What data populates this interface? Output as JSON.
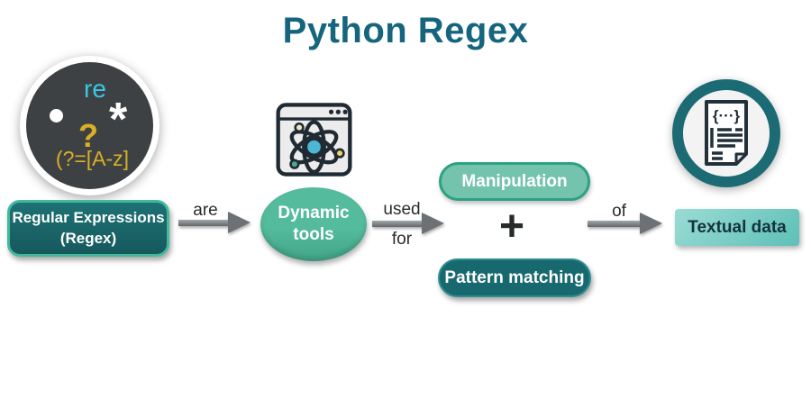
{
  "title": "Python Regex",
  "badge": {
    "re": "re",
    "dot": "●",
    "asterisk": "*",
    "question_mark": "?",
    "lookahead": "(?=[A-z]"
  },
  "flow": {
    "regex_node": {
      "line1": "Regular Expressions",
      "line2": "(Regex)"
    },
    "are_label": "are",
    "dynamic_node": {
      "line1": "Dynamic",
      "line2": "tools"
    },
    "used_label": "used",
    "for_label": "for",
    "manipulation_label": "Manipulation",
    "plus": "+",
    "pattern_matching_label": "Pattern matching",
    "of_label": "of",
    "textual_data_label": "Textual data"
  },
  "icons": {
    "browser_atom": "browser-window-atom-icon",
    "code_document": "code-document-circle-icon",
    "code_document_glyph": "{···}"
  },
  "colors": {
    "title": "#15657f",
    "dark_teal_node": "#1b6b6e",
    "mint_border": "#43b99c",
    "green_ellipse": "#4fb496",
    "light_green_pill": "#74c3ac",
    "green_pill_border": "#2da183",
    "deep_teal_pill": "#17696f",
    "aqua_box": "#7fd2cb",
    "badge_background": "#3e4143",
    "badge_gold": "#d9af25",
    "badge_cyan": "#3bc7e3",
    "arrow_gray": "#6b7174",
    "doc_ring_teal": "#1c6b74"
  }
}
